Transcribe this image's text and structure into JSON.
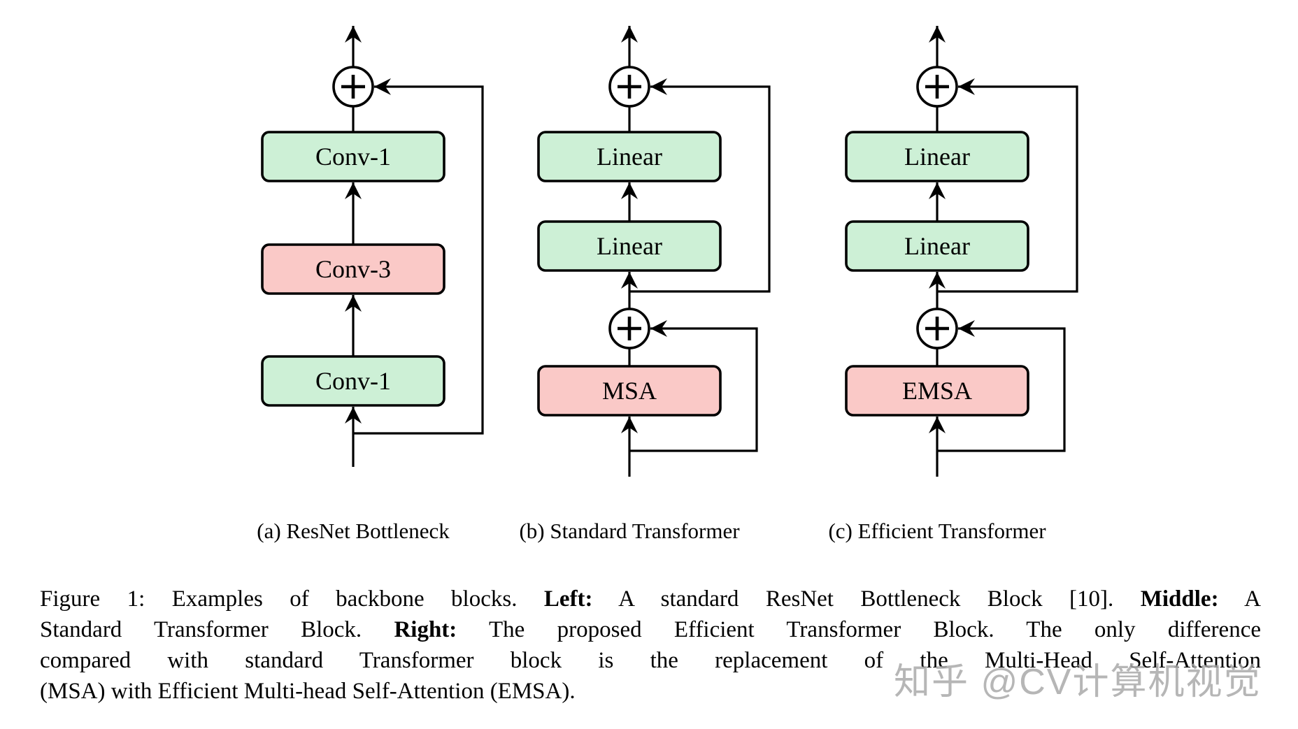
{
  "figure": {
    "adder_symbol": "+",
    "colors": {
      "green_fill": "#cdf0d6",
      "red_fill": "#fac9c7",
      "line": "#000000",
      "circle_fill": "#ffffff"
    },
    "diagrams": [
      {
        "id": "a",
        "subcaption": "(a) ResNet Bottleneck",
        "blocks": [
          {
            "label": "Conv-1",
            "color_role": "green"
          },
          {
            "label": "Conv-3",
            "color_role": "red"
          },
          {
            "label": "Conv-1",
            "color_role": "green"
          }
        ],
        "adders": 1
      },
      {
        "id": "b",
        "subcaption": "(b) Standard Transformer",
        "blocks": [
          {
            "label": "Linear",
            "color_role": "green"
          },
          {
            "label": "Linear",
            "color_role": "green"
          },
          {
            "label": "MSA",
            "color_role": "red"
          }
        ],
        "adders": 2
      },
      {
        "id": "c",
        "subcaption": "(c) Efficient Transformer",
        "blocks": [
          {
            "label": "Linear",
            "color_role": "green"
          },
          {
            "label": "Linear",
            "color_role": "green"
          },
          {
            "label": "EMSA",
            "color_role": "red"
          }
        ],
        "adders": 2
      }
    ]
  },
  "caption": {
    "lines": [
      {
        "justify": true,
        "segments": [
          {
            "text": "Figure 1: Examples of backbone blocks. ",
            "bold": false
          },
          {
            "text": "Left:",
            "bold": true
          },
          {
            "text": " A standard ResNet Bottleneck Block [10]. ",
            "bold": false
          },
          {
            "text": "Middle:",
            "bold": true
          },
          {
            "text": " A",
            "bold": false
          }
        ]
      },
      {
        "justify": true,
        "segments": [
          {
            "text": "Standard Transformer Block. ",
            "bold": false
          },
          {
            "text": "Right:",
            "bold": true
          },
          {
            "text": " The proposed Efficient Transformer Block. The only difference",
            "bold": false
          }
        ]
      },
      {
        "justify": true,
        "segments": [
          {
            "text": "compared with standard Transformer block is the replacement of the Multi-Head Self-Attention",
            "bold": false
          }
        ]
      },
      {
        "justify": false,
        "segments": [
          {
            "text": "(MSA) with Efficient Multi-head Self-Attention (EMSA).",
            "bold": false
          }
        ]
      }
    ]
  },
  "watermark": {
    "text": "知乎 @CV计算机视觉",
    "color_hex": "#a6a6a6"
  }
}
